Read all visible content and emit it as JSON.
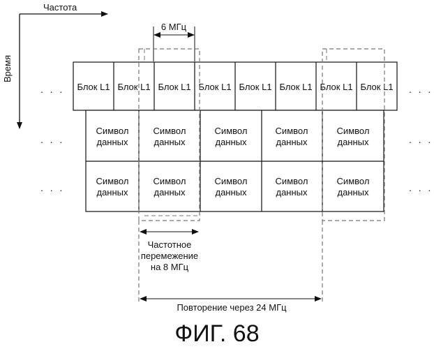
{
  "axes": {
    "frequency_label": "Частота",
    "time_label": "Время"
  },
  "width_label": "6 МГц",
  "l1_blocks": [
    "Блок L1",
    "Блок L1",
    "Блок L1",
    "Блок L1",
    "Блок L1",
    "Блок L1",
    "Блок L1",
    "Блок L1"
  ],
  "data_symbol": {
    "line1": "Символ",
    "line2": "данных"
  },
  "ellipsis": ". . .",
  "interleave_note": {
    "line1": "Частотное",
    "line2": "перемежение",
    "line3": "на 8 МГц"
  },
  "repeat_note": "Повторение через 24 МГц",
  "figure_caption": "ФИГ. 68"
}
